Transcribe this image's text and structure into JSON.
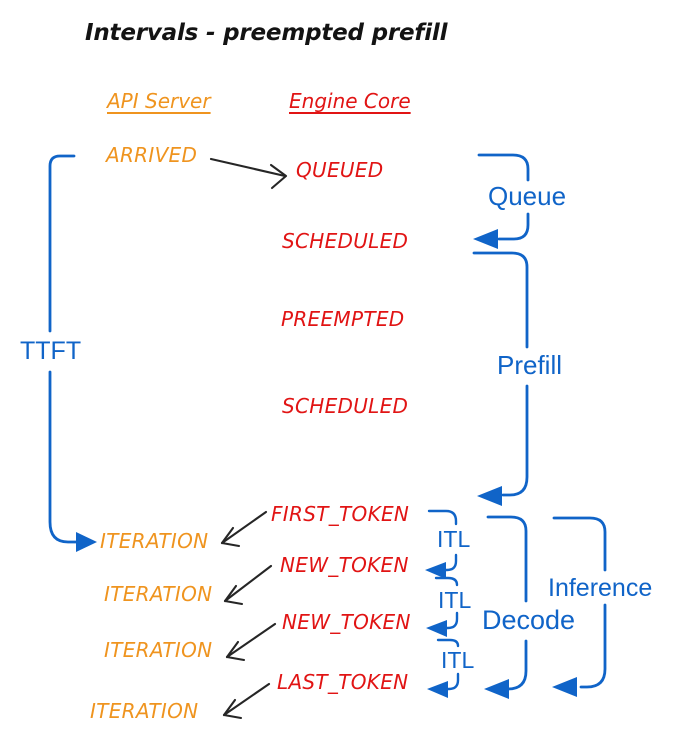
{
  "title": "Intervals - preempted prefill",
  "columns": {
    "api_server": "API Server",
    "engine_core": "Engine Core"
  },
  "api_events": {
    "arrived": "ARRIVED",
    "iteration1": "ITERATION",
    "iteration2": "ITERATION",
    "iteration3": "ITERATION",
    "iteration4": "ITERATION"
  },
  "engine_events": {
    "queued": "QUEUED",
    "scheduled1": "SCHEDULED",
    "preempted": "PREEMPTED",
    "scheduled2": "SCHEDULED",
    "first_token": "FIRST_TOKEN",
    "new_token1": "NEW_TOKEN",
    "new_token2": "NEW_TOKEN",
    "last_token": "LAST_TOKEN"
  },
  "intervals": {
    "ttft": "TTFT",
    "queue": "Queue",
    "prefill": "Prefill",
    "itl1": "ITL",
    "itl2": "ITL",
    "itl3": "ITL",
    "decode": "Decode",
    "inference": "Inference"
  },
  "colors": {
    "api_server": "#EF941F",
    "engine_core": "#E11414",
    "interval": "#1064C8",
    "arrow": "#262626",
    "title": "#131313"
  }
}
